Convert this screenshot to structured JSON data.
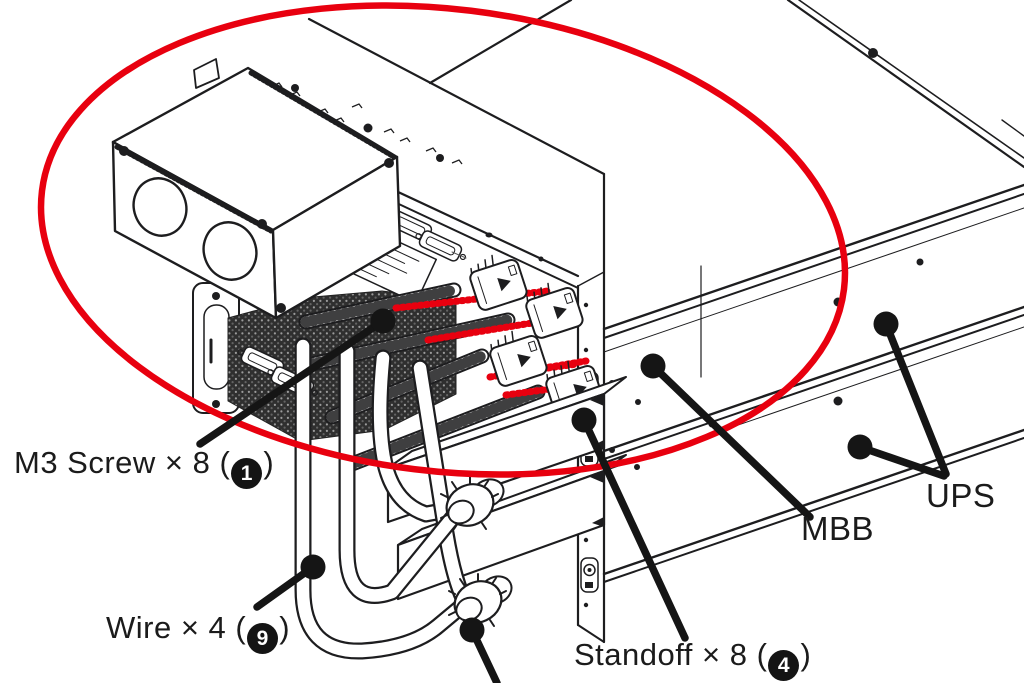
{
  "figure": {
    "colors": {
      "background": "#ffffff",
      "line": "#1d1d1f",
      "highlight_red": "#e8000f"
    },
    "callouts": {
      "m3_screw": {
        "prefix": "M3 Screw × 8 (",
        "badge": "1",
        "suffix": ")"
      },
      "wire": {
        "prefix": "Wire × 4 (",
        "badge": "9",
        "suffix": ")"
      },
      "standoff": {
        "prefix": "Standoff × 8 (",
        "badge": "4",
        "suffix": ")"
      },
      "mbb": {
        "label": "MBB"
      },
      "ups": {
        "label": "UPS"
      }
    }
  }
}
